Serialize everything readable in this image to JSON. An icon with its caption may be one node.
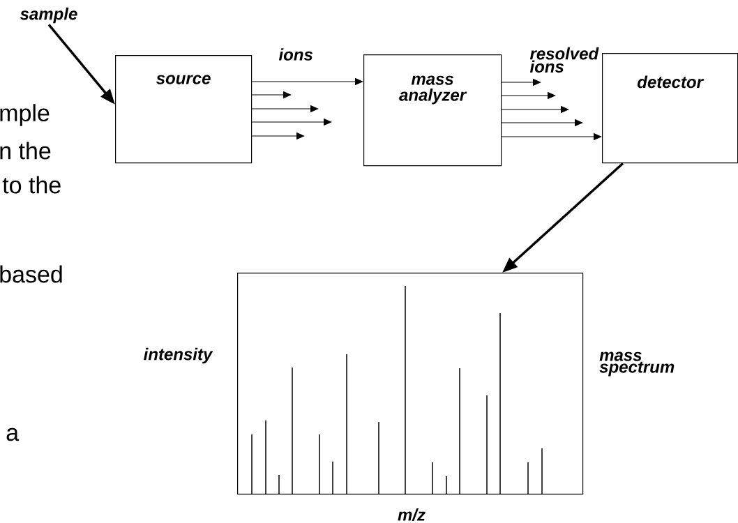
{
  "diagram": {
    "nodes": [
      {
        "text": [
          "sample"
        ]
      },
      {
        "text": [
          "source"
        ]
      },
      {
        "text": [
          "mass analyzer"
        ]
      },
      {
        "text": [
          "detector"
        ]
      },
      {
        "text": [],
        "shape": "box",
        "beside": [
          "intensity",
          "mass spectrum",
          "m/z"
        ]
      }
    ],
    "edges": [
      {
        "from": 0,
        "to": 1,
        "arrow": "to",
        "style": "thick"
      },
      {
        "from": 1,
        "to": 2,
        "arrow": "to",
        "label": "ions"
      },
      {
        "from": 1,
        "to": null,
        "arrow": "to"
      },
      {
        "from": 1,
        "to": null,
        "arrow": "to"
      },
      {
        "from": 1,
        "to": null,
        "arrow": "to"
      },
      {
        "from": 1,
        "to": null,
        "arrow": "to"
      },
      {
        "from": 2,
        "to": 3,
        "arrow": "to"
      },
      {
        "from": 2,
        "to": null,
        "arrow": "to",
        "label": "resolved ions"
      },
      {
        "from": 2,
        "to": null,
        "arrow": "to"
      },
      {
        "from": 2,
        "to": null,
        "arrow": "to"
      },
      {
        "from": 2,
        "to": null,
        "arrow": "to"
      },
      {
        "from": 3,
        "to": 4,
        "arrow": "to",
        "style": "thick"
      }
    ],
    "labels": [
      "mple",
      "n the",
      "to the",
      "based",
      "a"
    ]
  }
}
